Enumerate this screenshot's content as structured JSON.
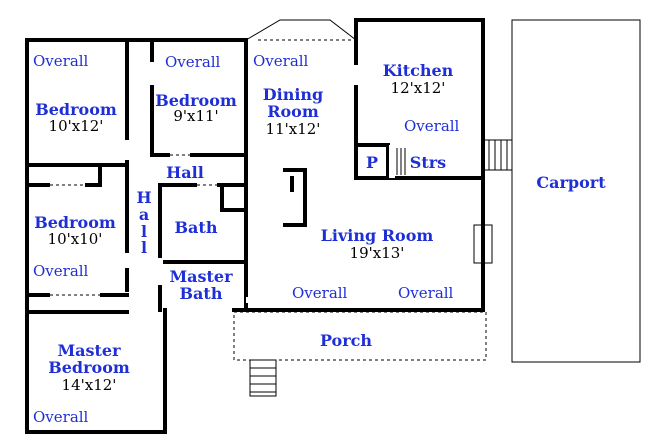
{
  "rooms": {
    "bedroom_nw": {
      "name": "Bedroom",
      "size": "10'x12'"
    },
    "bedroom_n": {
      "name": "Bedroom",
      "size": "9'x11'"
    },
    "bedroom_w": {
      "name": "Bedroom",
      "size": "10'x10'"
    },
    "master_bedroom": {
      "name_line1": "Master",
      "name_line2": "Bedroom",
      "size": "14'x12'"
    },
    "dining_room": {
      "name_line1": "Dining",
      "name_line2": "Room",
      "size": "11'x12'"
    },
    "kitchen": {
      "name": "Kitchen",
      "size": "12'x12'"
    },
    "living_room": {
      "name": "Living Room",
      "size": "19'x13'"
    },
    "bath": {
      "name": "Bath"
    },
    "master_bath": {
      "name_line1": "Master",
      "name_line2": "Bath"
    },
    "hall_horizontal": {
      "name": "Hall"
    },
    "hall_vertical": {
      "c1": "H",
      "c2": "a",
      "c3": "l",
      "c4": "l"
    },
    "pantry": {
      "name": "P"
    },
    "stairs": {
      "name": "Strs"
    },
    "porch": {
      "name": "Porch"
    },
    "carport": {
      "name": "Carport"
    }
  },
  "overall_links": {
    "bedroom_nw": "Overall",
    "bedroom_n": "Overall",
    "dining_room": "Overall",
    "kitchen": "Overall",
    "bedroom_w": "Overall",
    "living_room_left": "Overall",
    "living_room_right": "Overall",
    "master_bedroom": "Overall"
  },
  "colors": {
    "label": "#1f2fd6",
    "wall": "#000000"
  }
}
